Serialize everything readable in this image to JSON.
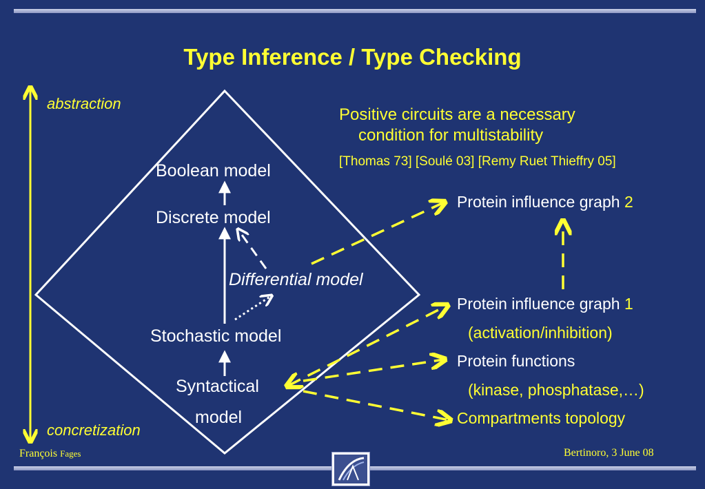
{
  "title": "Type Inference / Type Checking",
  "axis": {
    "top_label": "abstraction",
    "bottom_label": "concretization"
  },
  "models": {
    "boolean": "Boolean model",
    "discrete": "Discrete model",
    "differential": "Differential model",
    "stochastic": "Stochastic model",
    "syntactical_line1": "Syntactical",
    "syntactical_line2": "model"
  },
  "note": {
    "line1": "Positive circuits are a necessary",
    "line2": "condition for multistability",
    "refs": "[Thomas 73]  [Soulé 03] [Remy Ruet Thieffry 05]"
  },
  "right": {
    "graph2_text": "Protein influence graph ",
    "graph2_num": "2",
    "graph1_text": "Protein influence graph ",
    "graph1_num": "1",
    "activation": "(activation/inhibition)",
    "functions": "Protein functions",
    "kinase": "(kinase, phosphatase,…)",
    "compartments": "Compartments topology"
  },
  "footer": {
    "author": "François",
    "author_small": "Fages",
    "venue": "Bertinoro, 3 June 08"
  },
  "colors": {
    "background": "#1f3472",
    "accent": "#ffff33",
    "text": "#ffffff"
  },
  "logo_icon": "inria-logo"
}
